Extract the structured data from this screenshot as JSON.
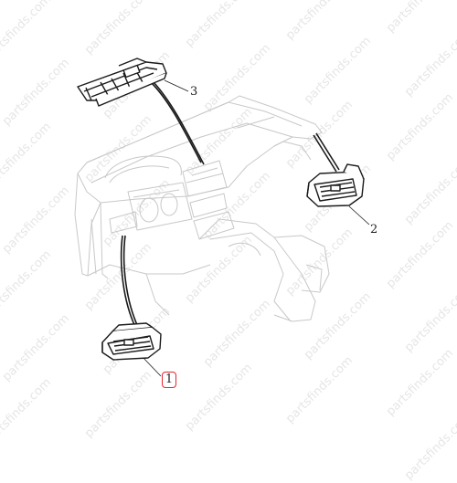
{
  "diagram": {
    "callouts": [
      {
        "id": "1",
        "label": "1",
        "highlighted": true
      },
      {
        "id": "2",
        "label": "2",
        "highlighted": false
      },
      {
        "id": "3",
        "label": "3",
        "highlighted": false
      }
    ],
    "watermark": "partsfinds.com",
    "colors": {
      "line": "#1a1a1a",
      "dashboard_line": "#c8c8c8",
      "highlight": "#e3262f",
      "watermark": "#e6e6e6"
    }
  }
}
